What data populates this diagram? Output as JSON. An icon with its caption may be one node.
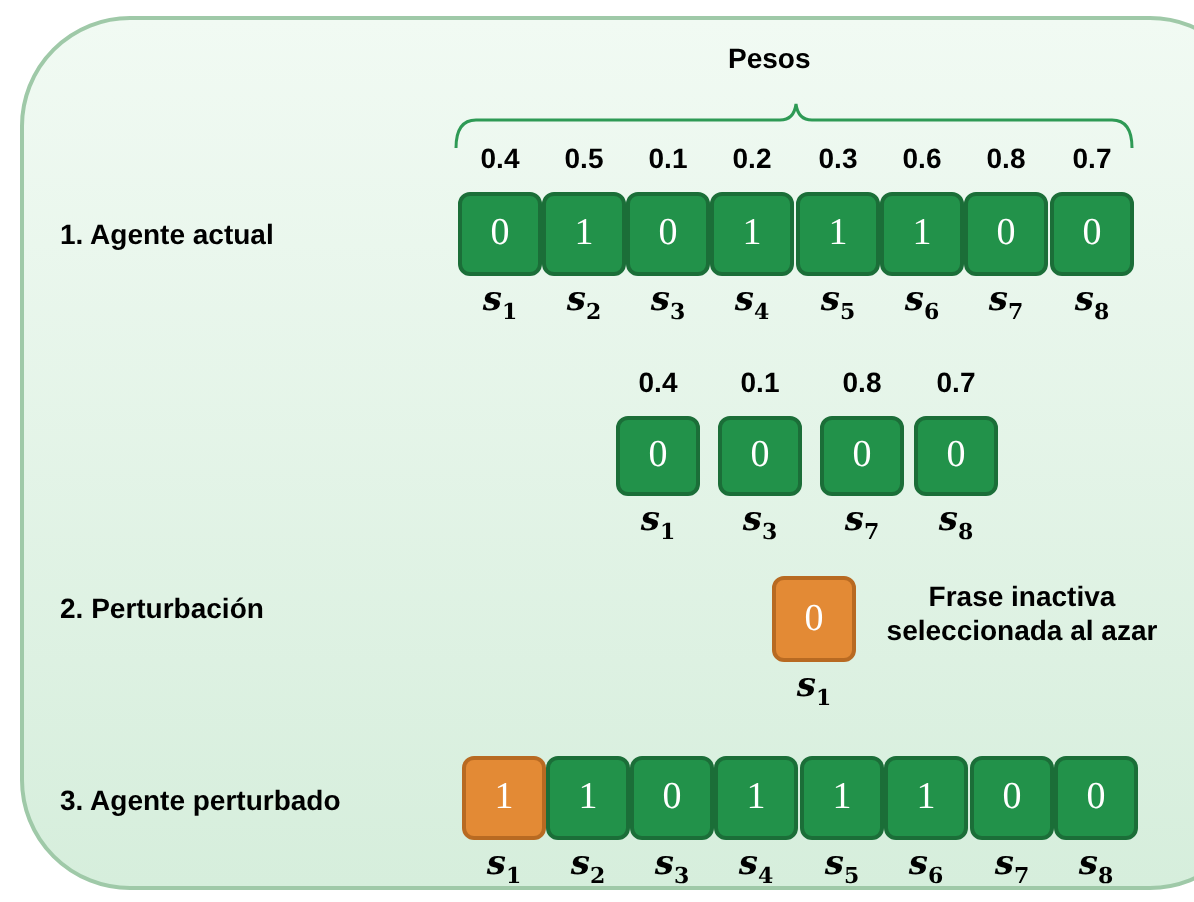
{
  "diagram": {
    "nodes": [
      {
        "text": [
          "0"
        ],
        "beside": [
          "0.4",
          "s$_{1}$"
        ]
      },
      {
        "text": [
          "1"
        ],
        "beside": [
          "0.5",
          "s$_{2}$"
        ]
      },
      {
        "text": [
          "0"
        ],
        "beside": [
          "0.1",
          "s$_{3}$"
        ]
      },
      {
        "text": [
          "1"
        ],
        "beside": [
          "0.2",
          "s$_{4}$"
        ]
      },
      {
        "text": [
          "1"
        ],
        "beside": [
          "0.3",
          "s$_{5}$"
        ]
      },
      {
        "text": [
          "1"
        ],
        "beside": [
          "0.6",
          "s$_{6}$"
        ]
      },
      {
        "text": [
          "0"
        ],
        "beside": [
          "0.8",
          "s$_{7}$"
        ]
      },
      {
        "text": [
          "0"
        ],
        "beside": [
          "0.7",
          "s$_{8}$"
        ]
      },
      {
        "text": [
          "0"
        ],
        "beside": [
          "0.4",
          "s$_{1}$"
        ]
      },
      {
        "text": [
          "0"
        ],
        "beside": [
          "0.1",
          "s$_{3}$"
        ]
      },
      {
        "text": [
          "0"
        ],
        "beside": [
          "0.8",
          "s$_{7}$"
        ]
      },
      {
        "text": [
          "0"
        ],
        "beside": [
          "0.7",
          "s$_{8}$"
        ]
      },
      {
        "text": [
          "0"
        ],
        "beside": [
          "s$_{1}$",
          "Frase inactiva seleccionada al azar"
        ]
      },
      {
        "text": [
          "1"
        ],
        "beside": [
          "s$_{1}$"
        ]
      },
      {
        "text": [
          "1"
        ],
        "beside": [
          "s$_{2}$"
        ]
      },
      {
        "text": [
          "0"
        ],
        "beside": [
          "s$_{3}$"
        ]
      },
      {
        "text": [
          "1"
        ],
        "beside": [
          "s$_{4}$"
        ]
      },
      {
        "text": [
          "1"
        ],
        "beside": [
          "s$_{5}$"
        ]
      },
      {
        "text": [
          "1"
        ],
        "beside": [
          "s$_{6}$"
        ]
      },
      {
        "text": [
          "0"
        ],
        "beside": [
          "s$_{7}$"
        ]
      },
      {
        "text": [
          "0"
        ],
        "beside": [
          "s$_{8}$"
        ]
      }
    ],
    "labels": [
      "Pesos",
      "1. Agente actual",
      "2. Perturbación",
      "3. Agente perturbado"
    ]
  }
}
